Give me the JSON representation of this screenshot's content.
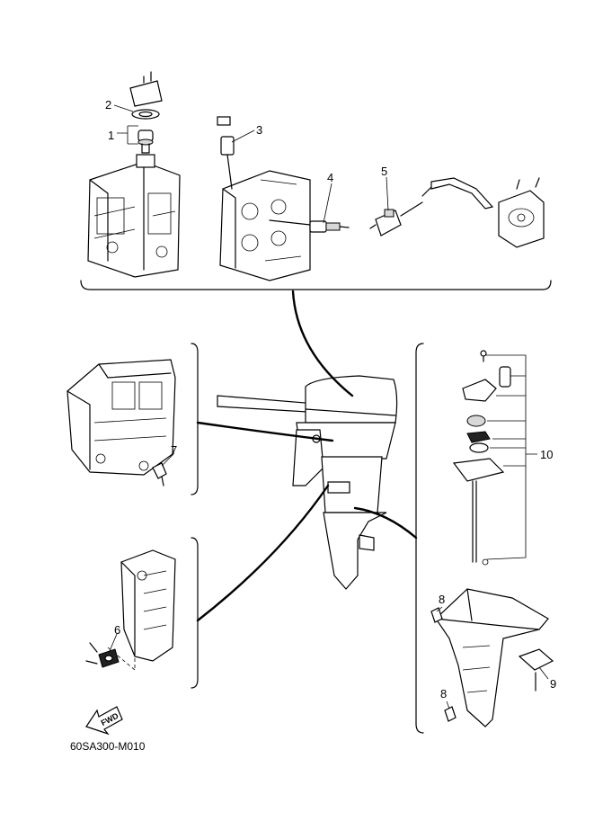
{
  "callouts": {
    "c1": "1",
    "c2": "2",
    "c3": "3",
    "c4": "4",
    "c5": "5",
    "c6": "6",
    "c7": "7",
    "c8a": "8",
    "c8b": "8",
    "c9": "9",
    "c10": "10"
  },
  "direction_arrow": "FWD",
  "diagram_code": "60SA300-M010"
}
